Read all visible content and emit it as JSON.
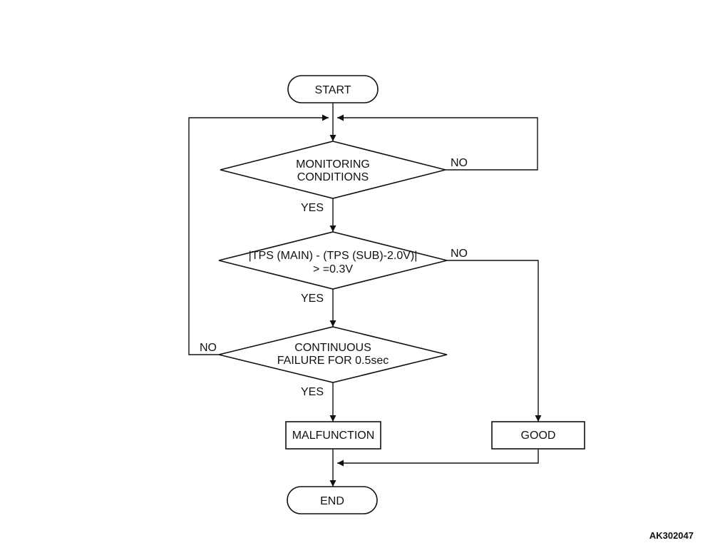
{
  "nodes": {
    "start": "START",
    "monitoring": [
      "MONITORING",
      "CONDITIONS"
    ],
    "tps_check": [
      "|TPS (MAIN) - (TPS (SUB)-2.0V)|",
      "> =0.3V"
    ],
    "continuous": [
      "CONTINUOUS",
      "FAILURE FOR 0.5sec"
    ],
    "malfunction": "MALFUNCTION",
    "good": "GOOD",
    "end": "END"
  },
  "edge_labels": {
    "monitoring_yes": "YES",
    "monitoring_no": "NO",
    "tps_yes": "YES",
    "tps_no": "NO",
    "continuous_yes": "YES",
    "continuous_no": "NO"
  },
  "reference": "AK302047"
}
